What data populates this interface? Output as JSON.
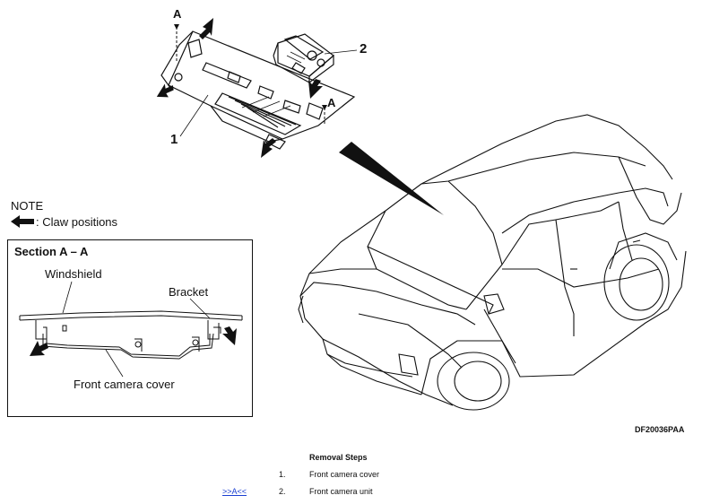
{
  "callouts": {
    "one": "1",
    "two": "2",
    "section_a_top": "A",
    "section_a_right": "A"
  },
  "note": {
    "title": "NOTE",
    "claw": ": Claw positions"
  },
  "section": {
    "title": "Section A – A",
    "windshield": "Windshield",
    "bracket": "Bracket",
    "cover": "Front camera cover"
  },
  "figure_code": "DF20036PAA",
  "removal": {
    "title": "Removal Steps",
    "steps": [
      {
        "num": "1.",
        "label": "Front camera cover",
        "link": ""
      },
      {
        "num": "2.",
        "label": "Front camera unit",
        "link": ">>A<<"
      }
    ]
  },
  "colors": {
    "line": "#111111",
    "link": "#1a3fd1"
  }
}
